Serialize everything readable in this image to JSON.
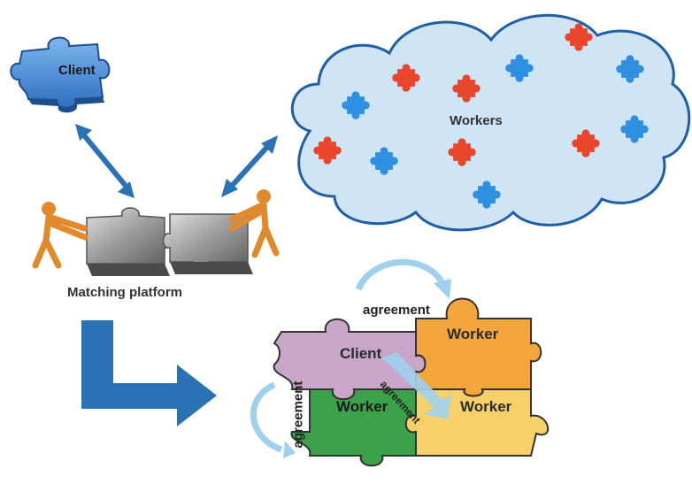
{
  "labels": {
    "client_top": "Client",
    "workers": "Workers",
    "matching_platform": "Matching platform",
    "agreement_top": "agreement",
    "agreement_left": "agreement",
    "agreement_diag": "agreement",
    "puzzle_client": "Client",
    "puzzle_worker_top": "Worker",
    "puzzle_worker_left": "Worker",
    "puzzle_worker_right": "Worker"
  },
  "colors": {
    "client_piece": "#3f86d4",
    "cloud_fill": "#cfe4f5",
    "cloud_stroke": "#1f5fa8",
    "worker_red": "#e8452a",
    "worker_blue": "#2f8fe0",
    "arrow_blue": "#2a72b5",
    "puzzle_client": "#c9a6c9",
    "puzzle_worker_orange": "#f4a53c",
    "puzzle_worker_green": "#3ca24a",
    "puzzle_worker_yellow": "#f7d06a",
    "agreement_arrow": "#9fd0ee"
  },
  "icons": [
    "client-puzzle-icon",
    "workers-cloud",
    "matching-platform-icon",
    "agreement-puzzle"
  ]
}
